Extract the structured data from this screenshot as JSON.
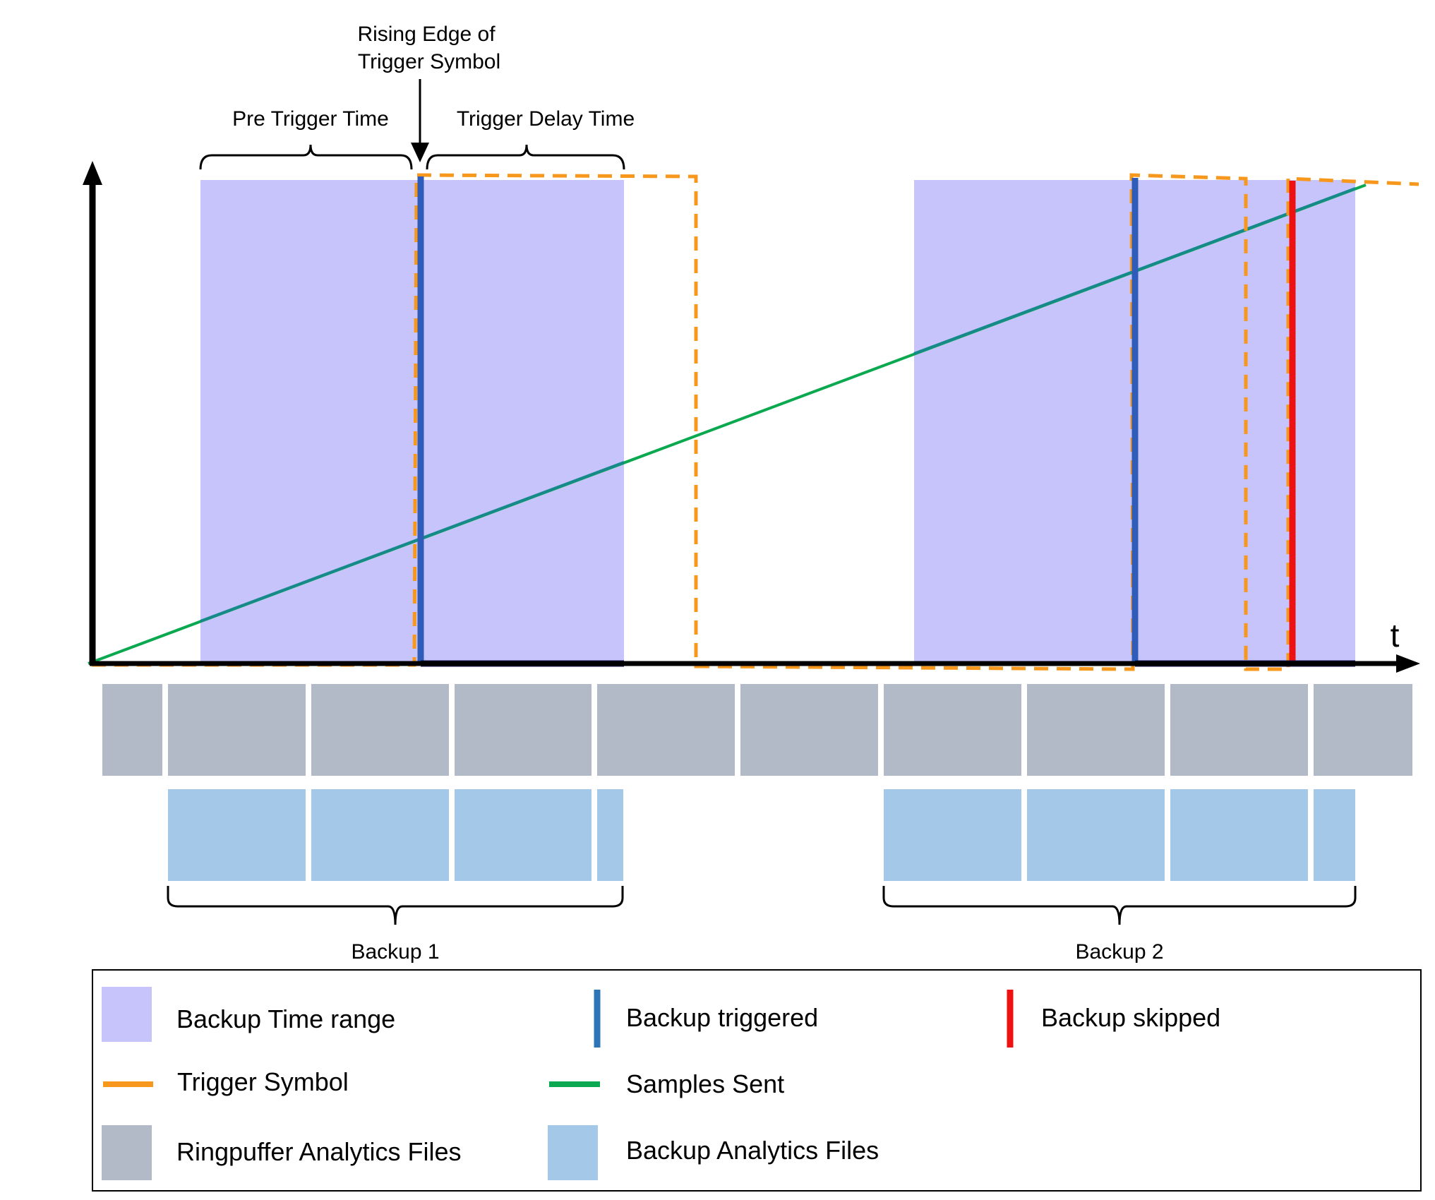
{
  "annotations": {
    "rising_edge_line1": "Rising Edge of",
    "rising_edge_line2": "Trigger Symbol",
    "pre_trigger_time": "Pre Trigger Time",
    "trigger_delay_time": "Trigger Delay Time",
    "axis_t": "t",
    "backup1": "Backup 1",
    "backup2": "Backup 2"
  },
  "legend": {
    "backup_time_range": "Backup Time range",
    "backup_triggered": "Backup triggered",
    "backup_skipped": "Backup skipped",
    "trigger_symbol": "Trigger Symbol",
    "samples_sent": "Samples Sent",
    "ringpuffer_files": "Ringpuffer Analytics Files",
    "backup_files": "Backup Analytics Files"
  },
  "colors": {
    "backup_time_range": "#c6c4fb",
    "backup_triggered": "#2e75b6",
    "backup_skipped": "#ee1111",
    "trigger_symbol": "#f7981d",
    "samples_sent": "#0aa84f",
    "ringpuffer_files": "#b3bac7",
    "backup_files": "#a4c8e8",
    "axis": "#000000"
  },
  "icons": {
    "y_axis": "arrow-up-icon",
    "x_axis": "arrow-right-icon",
    "rising_edge": "arrow-down-icon"
  }
}
